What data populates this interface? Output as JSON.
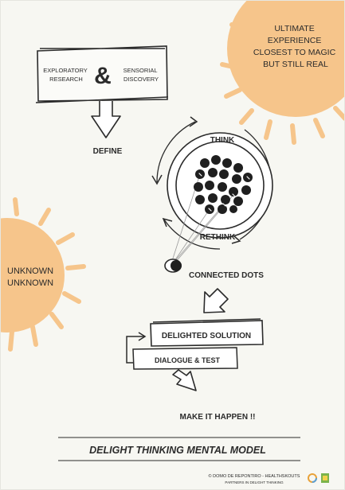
{
  "suns": {
    "top_right": {
      "lines": [
        "ULTIMATE",
        "EXPERIENCE",
        "CLOSEST  TO MAGIC",
        "BUT STILL REAL"
      ],
      "color": "#f6c58b"
    },
    "left": {
      "lines": [
        "UNKNOWN",
        "UNKNOWN"
      ],
      "color": "#f6c58b"
    }
  },
  "research_box": {
    "left_lines": [
      "EXPLORATORY",
      "RESEARCH"
    ],
    "ampersand": "&",
    "right_lines": [
      "SENSORIAL",
      "DISCOVERY"
    ]
  },
  "labels": {
    "define": "DEFINE",
    "think": "THINK",
    "rethink": "RETHINK",
    "connected_dots": "CONNECTED DOTS",
    "delighted_solution": "DELIGHTED SOLUTION",
    "dialogue_test": "DIALOGUE & TEST",
    "make_it_happen": "MAKE IT HAPPEN !!"
  },
  "title": "DELIGHT THINKING MENTAL MODEL",
  "footer": {
    "line1": "©  DOMO DE REPONTIRO - HEALTHSKOUTS",
    "line2": "PARTNERS IN DELIGHT THINKING"
  },
  "colors": {
    "ink": "#2b2b2b",
    "sun": "#f6c58b",
    "background": "#f7f7f2"
  }
}
